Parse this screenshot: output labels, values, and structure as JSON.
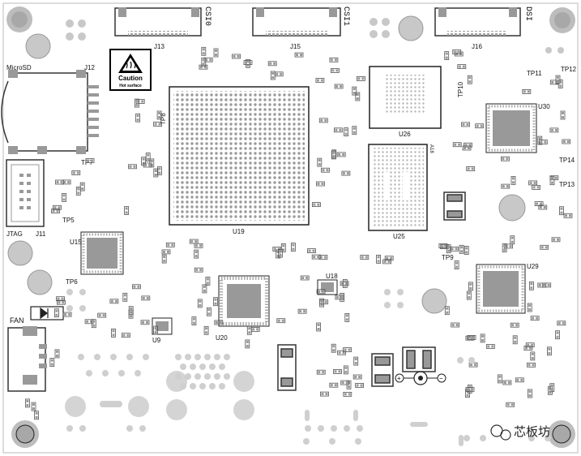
{
  "connectors": {
    "csi0": "CSI0",
    "csi1": "CSI1",
    "dsi": "DSI",
    "j13": "J13",
    "j15": "J15",
    "j16": "J16",
    "microsd": "MicroSD",
    "j12": "J12",
    "jtag": "JTAG",
    "j11": "J11",
    "fan": "FAN"
  },
  "chips": {
    "u19": "U19",
    "u26": "U26",
    "u25": "U25",
    "u30": "U30",
    "u15": "U15",
    "u20": "U20",
    "u18": "U18",
    "u29": "U29",
    "u9": "U9"
  },
  "testpoints": {
    "tp5": "TP5",
    "tp6": "TP6",
    "tp7": "TP7",
    "tp8": "TP8",
    "tp9": "TP9",
    "tp10": "TP10",
    "tp11": "TP11",
    "tp12": "TP12",
    "tp13": "TP13",
    "tp14": "TP14"
  },
  "caution": {
    "title": "Caution",
    "subtitle": "Hot surface"
  },
  "pins": {
    "a18": "A18",
    "plus": "+",
    "minus": "−"
  },
  "watermark": {
    "text": "芯板坊"
  }
}
